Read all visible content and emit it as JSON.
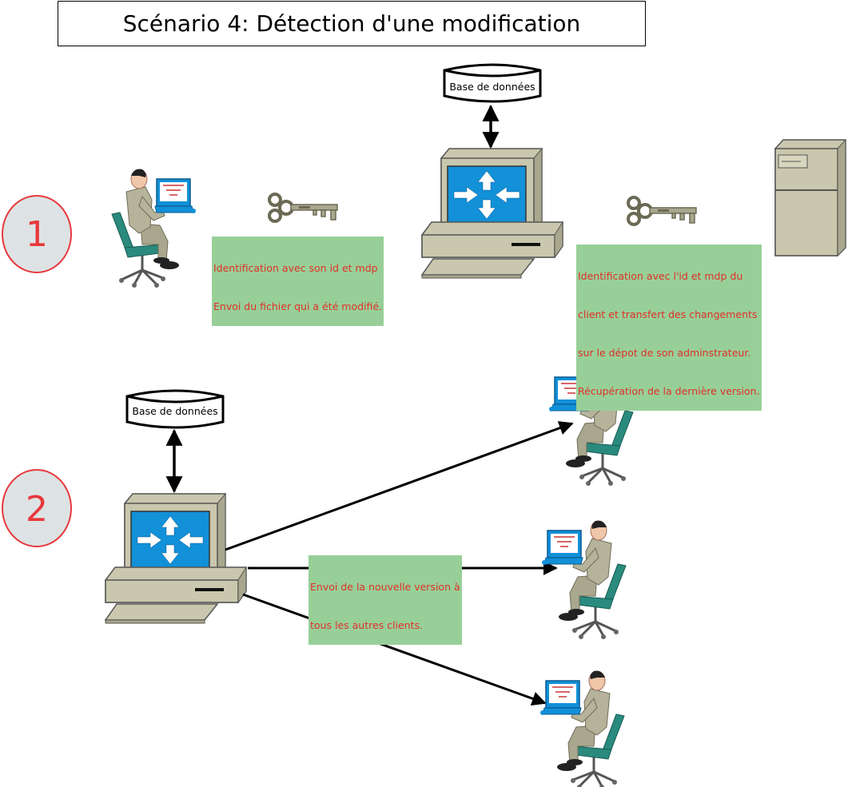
{
  "title": "Scénario 4: Détection d'une modification",
  "step1": {
    "badge": "1",
    "database_label": "Base de données",
    "client_note": [
      "Identification avec son id et mdp",
      "Envoi du fichier qui a été modifié."
    ],
    "server_note": [
      "Identification avec l'id et mdp du",
      "client et transfert des changements",
      "sur le dépot de son adminstrateur.",
      "Récupération de la dernière version."
    ]
  },
  "step2": {
    "badge": "2",
    "database_label": "Base de données",
    "broadcast_note": [
      "Envoi de la nouvelle version à",
      "tous les autres clients."
    ]
  },
  "colors": {
    "badge_fill": "#dde3e4",
    "badge_stroke": "#e8383d",
    "badge_text": "#e8383d",
    "note_bg": "#98cf98",
    "note_text": "#e0302a",
    "screen_blue": "#1290d8",
    "computer_body": "#c9c7ad",
    "suit": "#b5b39a",
    "chair": "#2a8a7e"
  }
}
